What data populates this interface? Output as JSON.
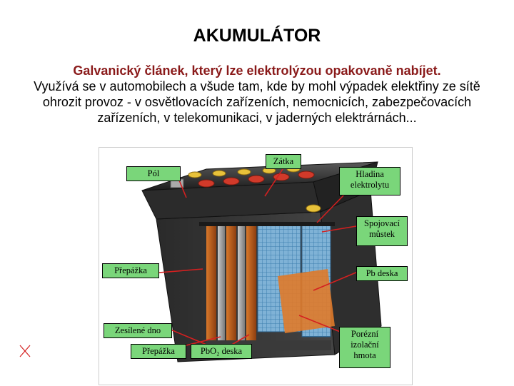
{
  "title": "AKUMULÁTOR",
  "intro": {
    "highlight": "Galvanický článek, který lze elektrolýzou opakovaně nabíjet.",
    "body": "Využívá se v automobilech a všude tam, kde by mohl výpadek elektřiny ze sítě ohrozit provoz - v osvětlovacích zařízeních, nemocnicích, zabezpečovacích zařízeních, v telekomunikaci, v jaderných elektrárnách..."
  },
  "labels": {
    "zatka": "Zátka",
    "pol": "Pól",
    "hladina": "Hladina elektrolytu",
    "spojovaci": "Spojovací můstek",
    "prepazka1": "Přepážka",
    "pb_deska": "Pb deska",
    "zesilene_dno": "Zesílené dno",
    "prepazka2": "Přepážka",
    "pbo2_deska": "PbO₂ deska",
    "porezni": "Porézní izolační hmota"
  },
  "colors": {
    "label_bg": "#7ad67a",
    "arrow": "#d42020",
    "highlight_text": "#8a1a1a",
    "x_mark": "#d42020"
  }
}
